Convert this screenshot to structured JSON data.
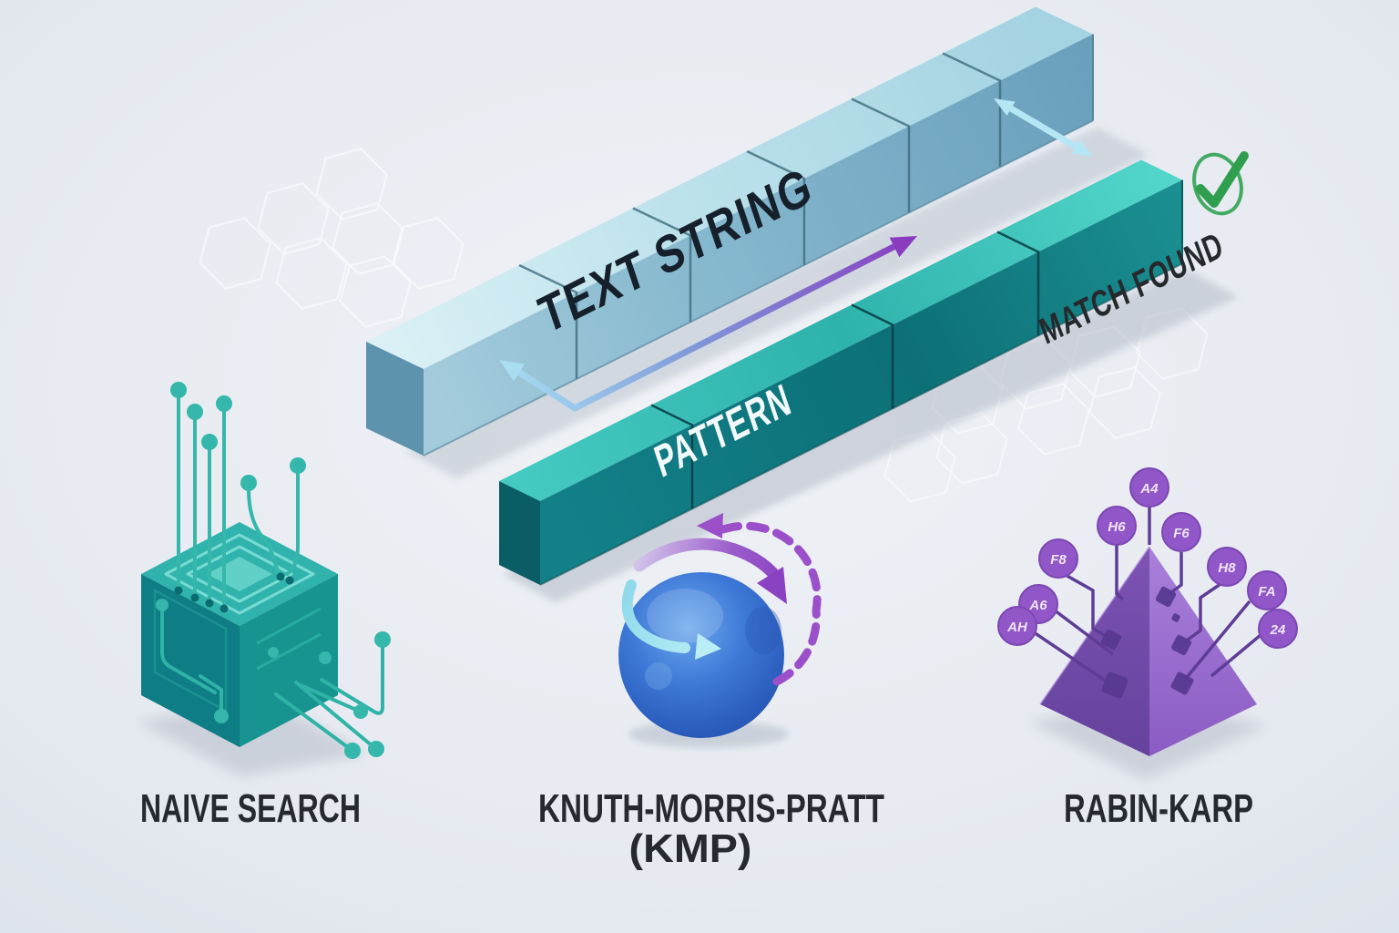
{
  "bars": {
    "text_string": {
      "label": "TEXT STRING",
      "segments": 6
    },
    "pattern": {
      "label": "PATTERN",
      "segments": 4
    }
  },
  "match": {
    "label": "MATCH FOUND"
  },
  "icons": {
    "match_check": "check-circle",
    "naive_search": "circuit-cube",
    "kmp": "rotating-sphere",
    "rabin_karp": "hash-pyramid",
    "slide_arrow": "double-headed-bent-arrow",
    "shift_arrow": "double-headed-diagonal-arrow"
  },
  "algorithms": [
    {
      "name": "NAIVE SEARCH"
    },
    {
      "name": "KNUTH-MORRIS-PRATT",
      "abbr": "(KMP)"
    },
    {
      "name": "RABIN-KARP"
    }
  ],
  "hash_nodes": [
    "A4",
    "H6",
    "F6",
    "F8",
    "H8",
    "A6",
    "FA",
    "AH",
    "24"
  ],
  "colors": {
    "background": "#e6eaf0",
    "text_bar_top": "#c9e8f1",
    "text_bar_front": "#7fb3cc",
    "pattern_bar_top": "#38c1b9",
    "pattern_bar_front": "#117e85",
    "slide_arrow_purple": "#8a3cc1",
    "slide_arrow_blue": "#a6dcf2",
    "shift_arrow": "#b5e6f4",
    "check_green": "#2f9e4e",
    "sphere_blue": "#3a70d2",
    "cube_teal": "#179390",
    "pyramid_purple": "#9a6fd0",
    "label": "#26292e"
  }
}
